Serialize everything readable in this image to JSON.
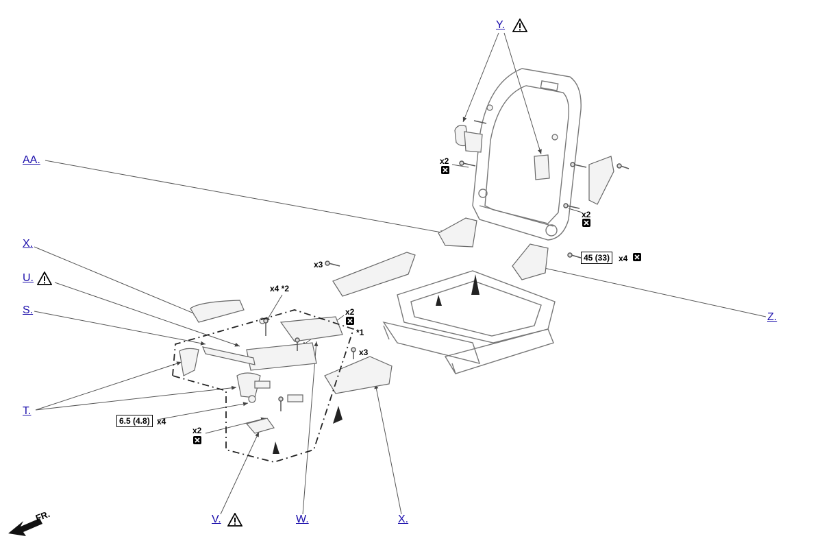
{
  "callouts": {
    "y": "Y.",
    "aa": "AA.",
    "x_left": "X.",
    "u": "U.",
    "s": "S.",
    "t": "T.",
    "z": "Z.",
    "v": "V.",
    "w": "W.",
    "x_bottom": "X."
  },
  "quantities": {
    "x2_top_left": "x2",
    "x2_top_right": "x2",
    "x3_left": "x3",
    "x4_note": "x4 *2",
    "x2_middle": "x2",
    "note_1": "*1",
    "x3_middle": "x3",
    "x4_torque_right": "x4",
    "x4_torque_left": "x4",
    "x2_bottom_left": "x2"
  },
  "torques": {
    "right": "45 (33)",
    "left": "6.5 (4.8)"
  },
  "direction": {
    "front": "FR."
  },
  "icons": {
    "warning": "warning-triangle-icon",
    "no_reuse": "no-reuse-icon",
    "front_arrow": "front-arrow-icon"
  },
  "colors": {
    "link": "#1a0dab",
    "line": "#444444",
    "part": "#666666"
  }
}
